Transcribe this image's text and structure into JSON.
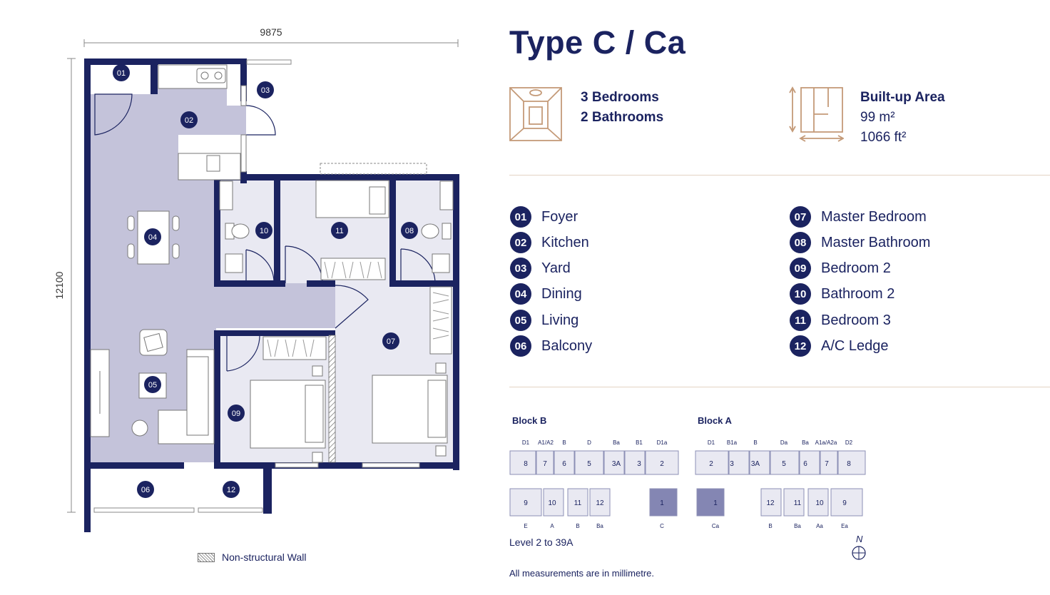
{
  "plan": {
    "dim_width": "9875",
    "dim_height": "12100",
    "non_structural_label": "Non-structural Wall",
    "room_markers": [
      "01",
      "02",
      "03",
      "04",
      "05",
      "06",
      "07",
      "08",
      "09",
      "10",
      "11",
      "12"
    ]
  },
  "unit": {
    "title": "Type C / Ca",
    "bedrooms": "3 Bedrooms",
    "bathrooms": "2 Bathrooms",
    "area_label": "Built-up Area",
    "area_m2": "99 m²",
    "area_ft2": "1066 ft²"
  },
  "legend": {
    "left": [
      {
        "num": "01",
        "label": "Foyer"
      },
      {
        "num": "02",
        "label": "Kitchen"
      },
      {
        "num": "03",
        "label": "Yard"
      },
      {
        "num": "04",
        "label": "Dining"
      },
      {
        "num": "05",
        "label": "Living"
      },
      {
        "num": "06",
        "label": "Balcony"
      }
    ],
    "right": [
      {
        "num": "07",
        "label": "Master Bedroom"
      },
      {
        "num": "08",
        "label": "Master Bathroom"
      },
      {
        "num": "09",
        "label": "Bedroom 2"
      },
      {
        "num": "10",
        "label": "Bathroom 2"
      },
      {
        "num": "11",
        "label": "Bedroom 3"
      },
      {
        "num": "12",
        "label": "A/C Ledge"
      }
    ]
  },
  "keyplan": {
    "block_b": {
      "title": "Block B",
      "top_labels": [
        "D1",
        "A1/A2",
        "B",
        "D",
        "Ba",
        "B1",
        "D1a"
      ],
      "top_units": [
        "8",
        "7",
        "6",
        "5",
        "3A",
        "3",
        "2"
      ],
      "bottom_units": [
        "9",
        "10",
        "11",
        "12",
        "1"
      ],
      "bottom_labels": [
        "E",
        "A",
        "B",
        "Ba",
        "C"
      ]
    },
    "block_a": {
      "title": "Block A",
      "top_labels": [
        "D1",
        "B1a",
        "B",
        "Da",
        "Ba",
        "A1a/A2a",
        "D2"
      ],
      "top_units": [
        "2",
        "3",
        "3A",
        "5",
        "6",
        "7",
        "8"
      ],
      "bottom_units": [
        "1",
        "12",
        "11",
        "10",
        "9"
      ],
      "bottom_labels": [
        "Ca",
        "B",
        "Ba",
        "Aa",
        "Ea"
      ]
    },
    "level": "Level 2 to 39A",
    "north": "N",
    "highlight_color": "#8486b3"
  },
  "note": "All measurements are in millimetre.",
  "colors": {
    "navy": "#1b2360",
    "shade": "#c4c3da",
    "light": "#e9e9f2",
    "tan": "#c49a78"
  }
}
